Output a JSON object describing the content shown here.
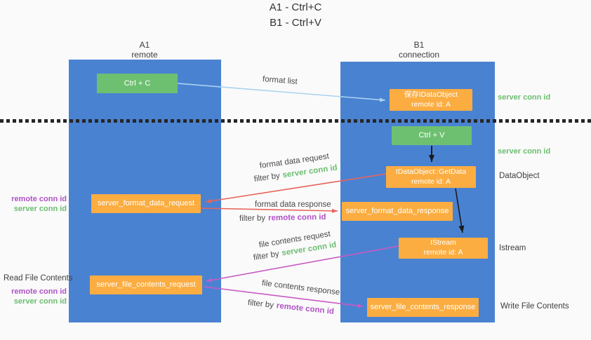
{
  "title": {
    "line1": "A1 - Ctrl+C",
    "line2": "B1 - Ctrl+V"
  },
  "lifelines": {
    "left": {
      "name": "A1",
      "role": "remote"
    },
    "right": {
      "name": "B1",
      "role": "connection"
    }
  },
  "boxes": {
    "ctrl_c": {
      "label": "Ctrl + C"
    },
    "ctrl_v": {
      "label": "Ctrl + V"
    },
    "save_idataobject": {
      "line1": "保存IDataObject",
      "line2": "remote id: A"
    },
    "getdata": {
      "line1": "IDataObject::GetData",
      "line2": "remote id: A"
    },
    "istream": {
      "line1": "IStream",
      "line2": "remote id: A"
    },
    "format_request": {
      "label": "server_format_data_request"
    },
    "format_response": {
      "label": "server_format_data_response"
    },
    "file_request": {
      "label": "server_file_contents_request"
    },
    "file_response": {
      "label": "server_file_contents_response"
    }
  },
  "arrow_labels": {
    "format_list": "format list",
    "format_data_request": "format data request",
    "format_data_response": "format data response",
    "file_contents_request": "file contents request",
    "file_contents_response": "file contents response",
    "filter_by": "filter by",
    "server_conn_id": "server conn id",
    "remote_conn_id": "remote conn id"
  },
  "side_labels": {
    "server_conn_id": "server conn id",
    "remote_conn_id": "remote conn id",
    "dataobject": "DataObject",
    "istream": "Istream",
    "read_file_contents": "Read File Contents",
    "write_file_contents": "Write File Contents"
  },
  "colors": {
    "lifeline_blue": "#4A82D2",
    "action_green": "#6EC071",
    "message_orange": "#FBAD41",
    "arrow_blue": "#A9D3EE",
    "arrow_red": "#E8645C",
    "arrow_magenta": "#C75BC3",
    "arrow_black": "#1A1A1A",
    "server_conn_green": "#6CBE70",
    "remote_conn_purple": "#B052C6"
  }
}
